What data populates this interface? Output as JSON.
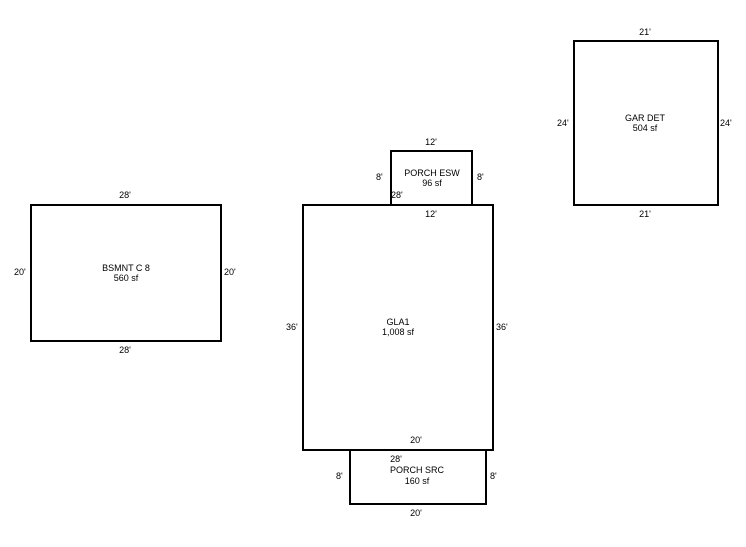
{
  "rooms": {
    "bsmnt": {
      "name": "BSMNT C 8",
      "area": "560 sf",
      "dim_top": "28'",
      "dim_bottom": "28'",
      "dim_left": "20'",
      "dim_right": "20'"
    },
    "gla": {
      "name": "GLA1",
      "area": "1,008 sf",
      "dim_top": "12'",
      "dim_top_left": "28'",
      "dim_bottom": "20'",
      "dim_left": "36'",
      "dim_right": "36'"
    },
    "porch_esw": {
      "name": "PORCH ESW",
      "area": "96 sf",
      "dim_top": "12'",
      "dim_left": "8'",
      "dim_right": "8'"
    },
    "porch_src": {
      "name": "PORCH SRC",
      "area": "160 sf",
      "dim_top": "28'",
      "dim_bottom": "20'",
      "dim_left": "8'",
      "dim_right": "8'"
    },
    "gar_det": {
      "name": "GAR DET",
      "area": "504 sf",
      "dim_top": "21'",
      "dim_bottom": "21'",
      "dim_left": "24'",
      "dim_right": "24'"
    }
  }
}
